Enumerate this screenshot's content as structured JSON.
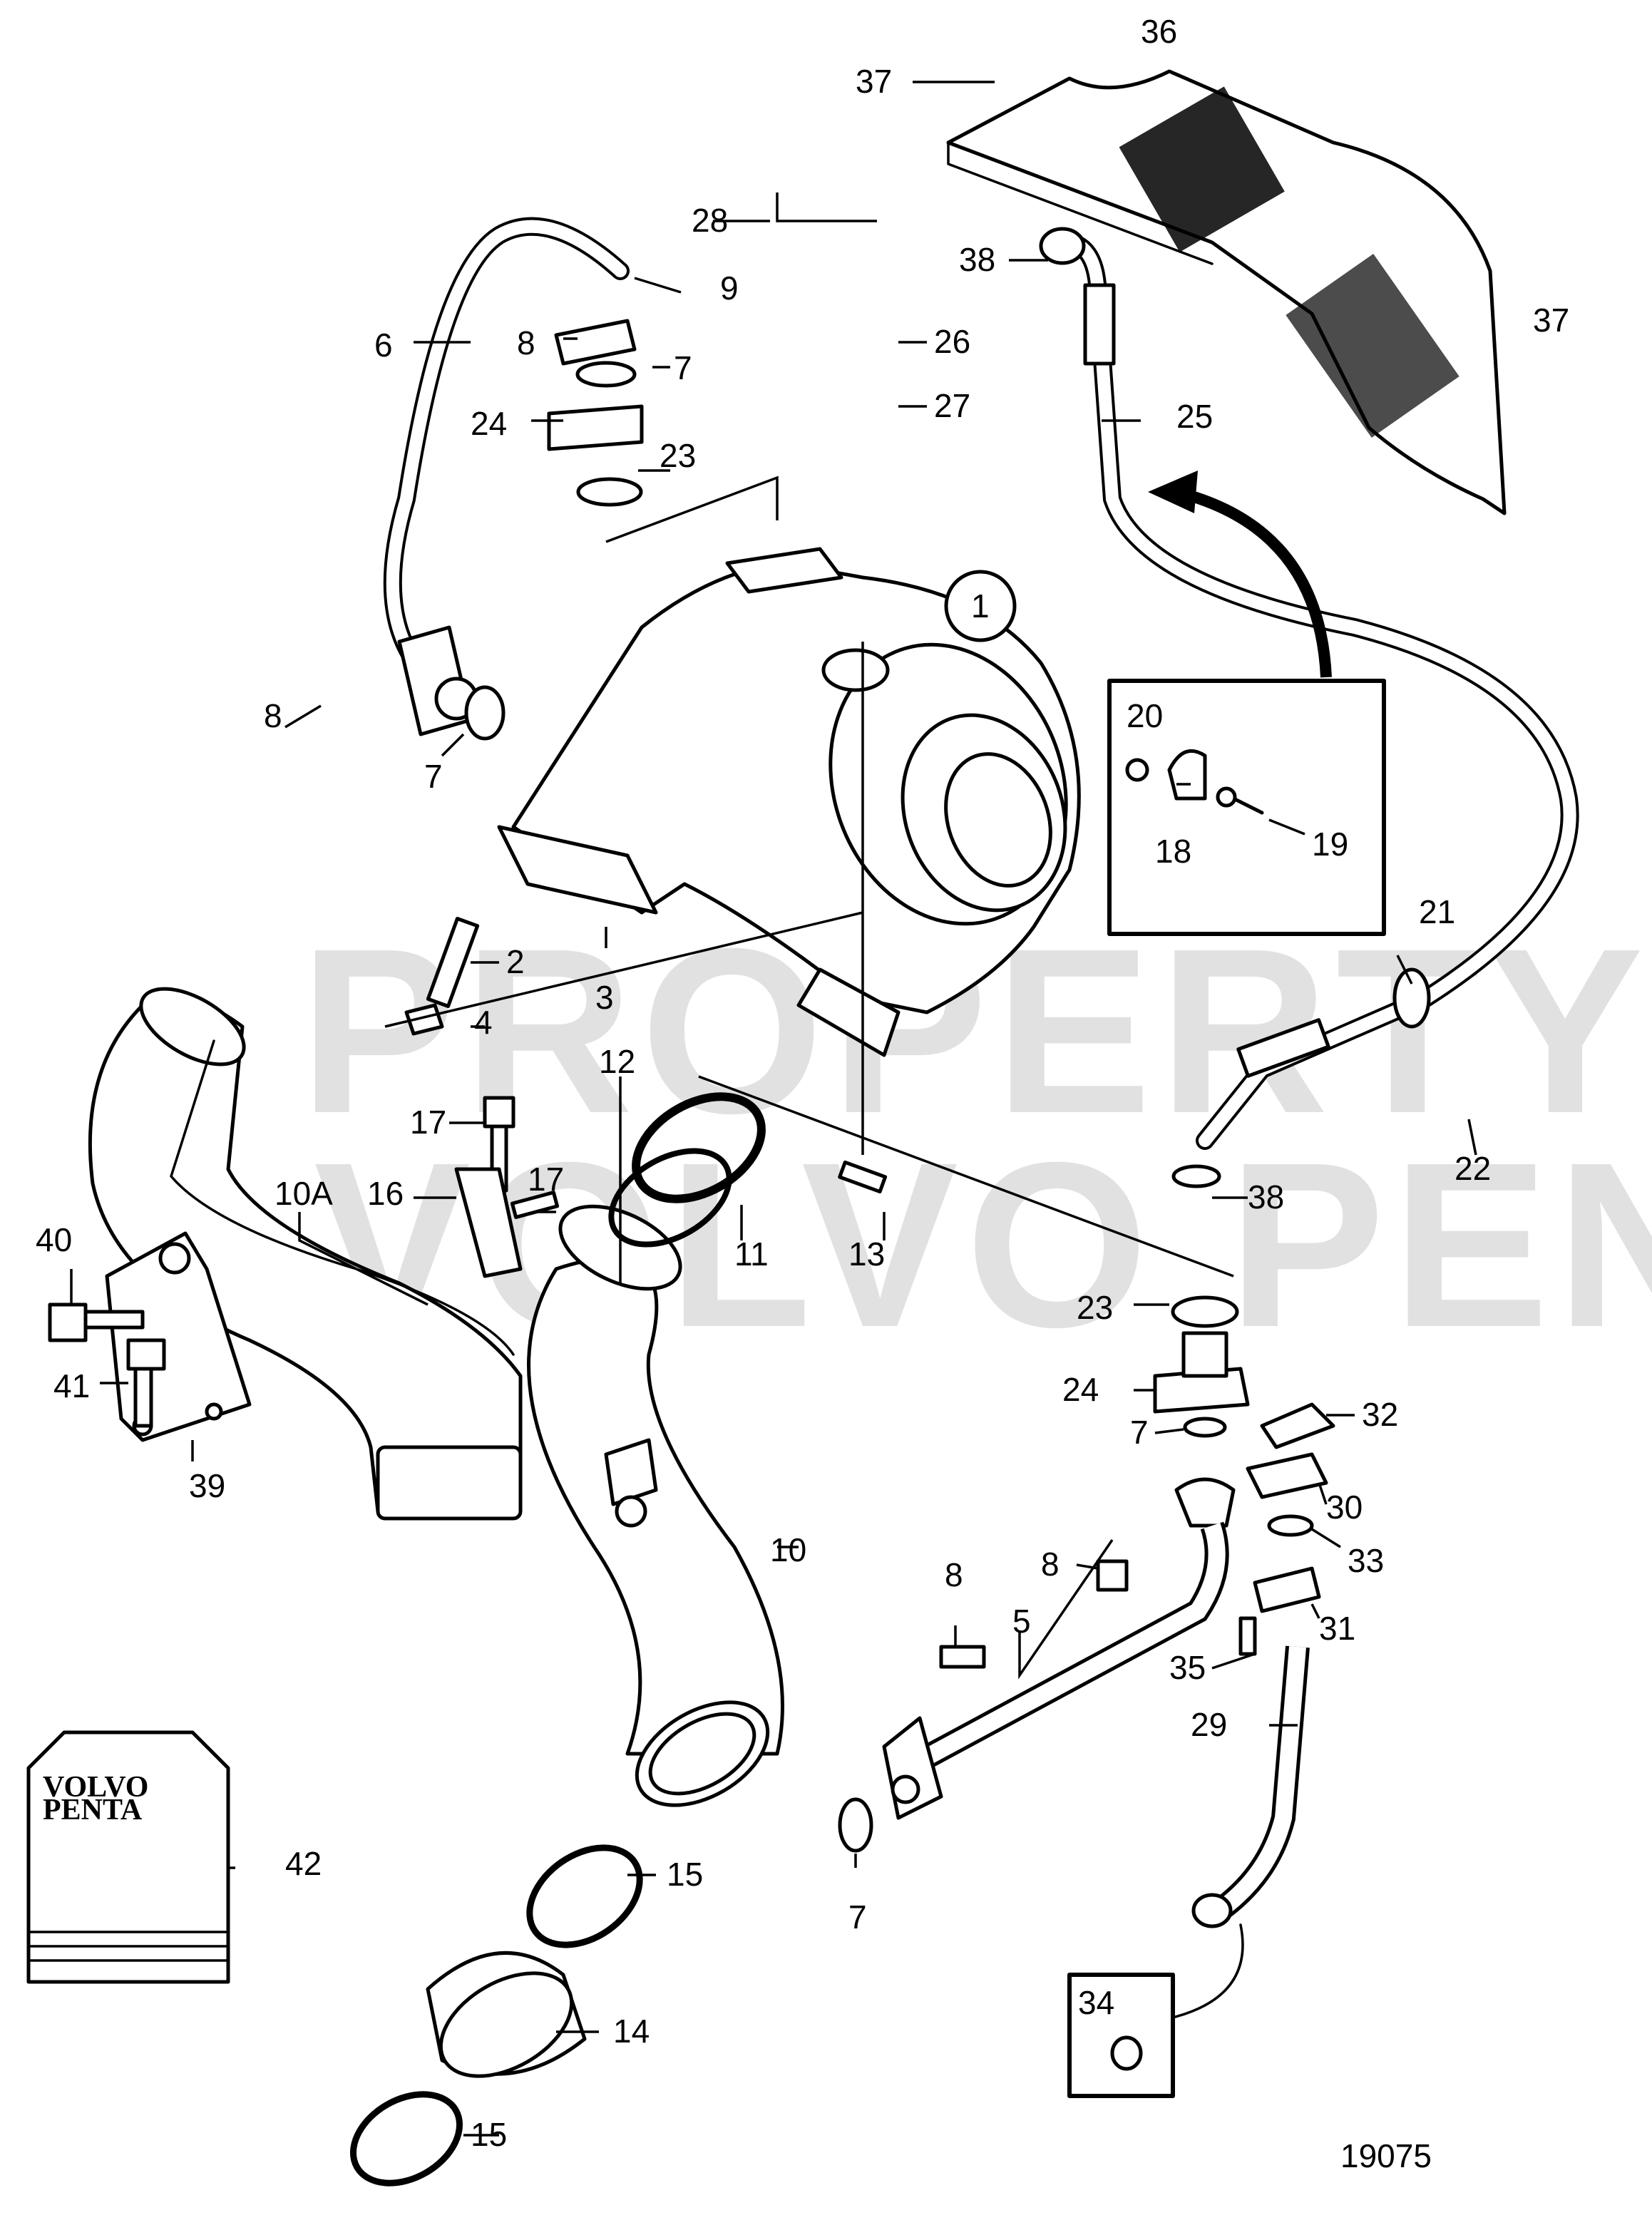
{
  "diagram": {
    "figure_number": "19075",
    "watermark": [
      "PROPERTY OF",
      "VOLVO PENTA"
    ],
    "manual_brand": [
      "VOLVO",
      "PENTA"
    ],
    "part_callouts": [
      "36",
      "37",
      "37",
      "28",
      "38",
      "9",
      "8",
      "6",
      "7",
      "26",
      "27",
      "24",
      "23",
      "25",
      "1",
      "8",
      "7",
      "20",
      "19",
      "18",
      "2",
      "3",
      "4",
      "21",
      "17",
      "12",
      "17",
      "10A",
      "16",
      "11",
      "13",
      "22",
      "38",
      "40",
      "23",
      "24",
      "32",
      "41",
      "7",
      "39",
      "30",
      "10",
      "8",
      "33",
      "8",
      "5",
      "31",
      "35",
      "29",
      "42",
      "15",
      "7",
      "14",
      "15",
      "34"
    ]
  }
}
